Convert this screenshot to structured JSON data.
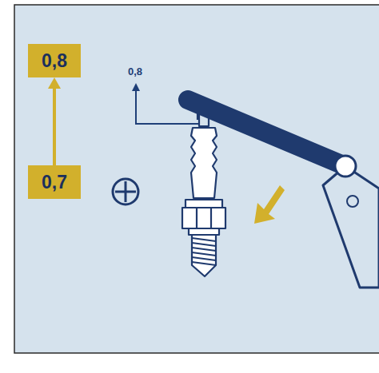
{
  "diagram": {
    "nodes": [
      {
        "text": [
          "0,8"
        ]
      },
      {
        "text": [
          "0,7"
        ]
      }
    ],
    "edges": [
      {
        "from": 1,
        "to": 0,
        "arrow": "to"
      }
    ],
    "labels": [
      "0,8"
    ]
  }
}
